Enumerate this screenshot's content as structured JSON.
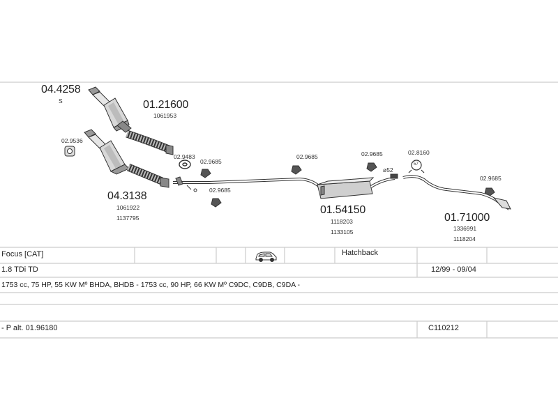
{
  "parts": {
    "p04_4258": {
      "number": "04.4258",
      "sub": "S"
    },
    "p01_21600": {
      "number": "01.21600",
      "ref": "1061953"
    },
    "p02_9536": {
      "number": "02.9536"
    },
    "p02_9483": {
      "number": "02.9483"
    },
    "p02_9685_a": {
      "number": "02.9685"
    },
    "p02_9685_b": {
      "number": "02.9685"
    },
    "p02_9685_c": {
      "number": "02.9685"
    },
    "p02_9685_d": {
      "number": "02.9685"
    },
    "p02_9685_e": {
      "number": "02.9685"
    },
    "p02_8160": {
      "number": "02.8160"
    },
    "p04_3138": {
      "number": "04.3138",
      "ref1": "1061922",
      "ref2": "1137795"
    },
    "p01_54150": {
      "number": "01.54150",
      "ref1": "1118203",
      "ref2": "1133105"
    },
    "p01_71000": {
      "number": "01.71000",
      "ref1": "1336991",
      "ref2": "1118204"
    },
    "clamp_52": {
      "label": "ø52"
    },
    "clamp_57": {
      "label": "57"
    }
  },
  "info": {
    "model": "Focus  [CAT]",
    "body_type": "Hatchback",
    "engine": "1.8 TDi TD",
    "date_range": "12/99 - 09/04",
    "spec": "1753 cc, 75 HP, 55 KW Mº BHDA, BHDB - 1753 cc, 90 HP, 66 KW Mº C9DC, C9DB, C9DA -",
    "note": "- P alt. 01.96180",
    "code": "C110212"
  },
  "icons": {
    "vehicle": "car-hatchback-icon"
  },
  "colors": {
    "line": "#cccccc",
    "ink": "#222222"
  }
}
